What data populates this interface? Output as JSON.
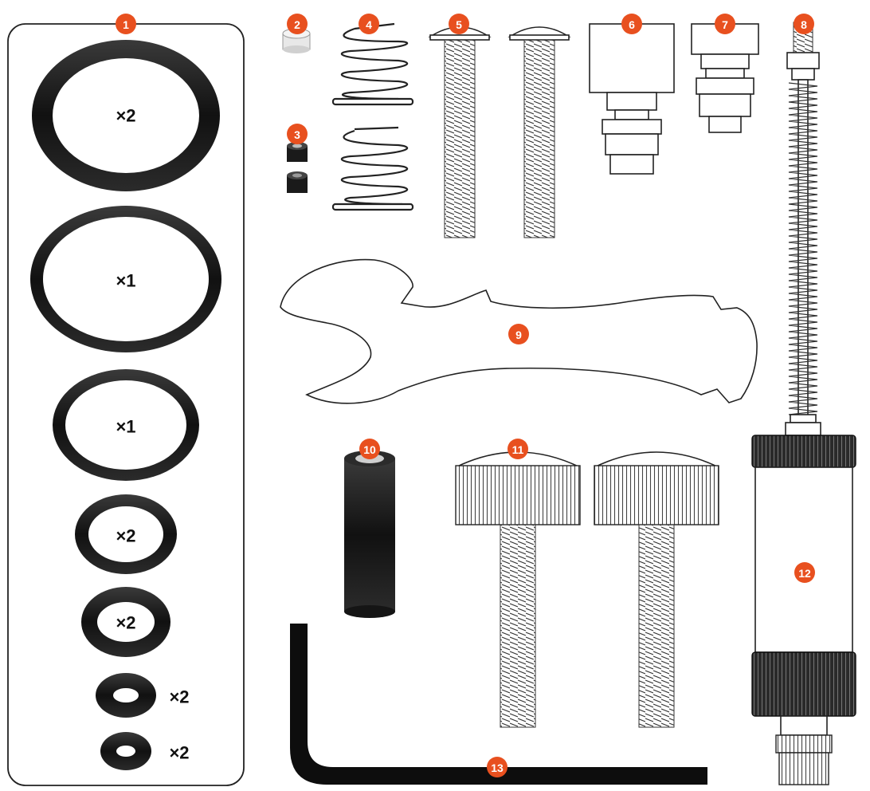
{
  "colors": {
    "badge": "#e8501f",
    "badge_text": "#ffffff",
    "part_dark": "#1a1a1a",
    "outline": "#222222"
  },
  "badges": [
    "1",
    "2",
    "3",
    "4",
    "5",
    "6",
    "7",
    "8",
    "9",
    "10",
    "11",
    "12",
    "13"
  ],
  "o_rings": [
    {
      "quantity": "×2"
    },
    {
      "quantity": "×1"
    },
    {
      "quantity": "×1"
    },
    {
      "quantity": "×2"
    },
    {
      "quantity": "×2"
    },
    {
      "quantity": "×2"
    },
    {
      "quantity": "×2"
    }
  ]
}
